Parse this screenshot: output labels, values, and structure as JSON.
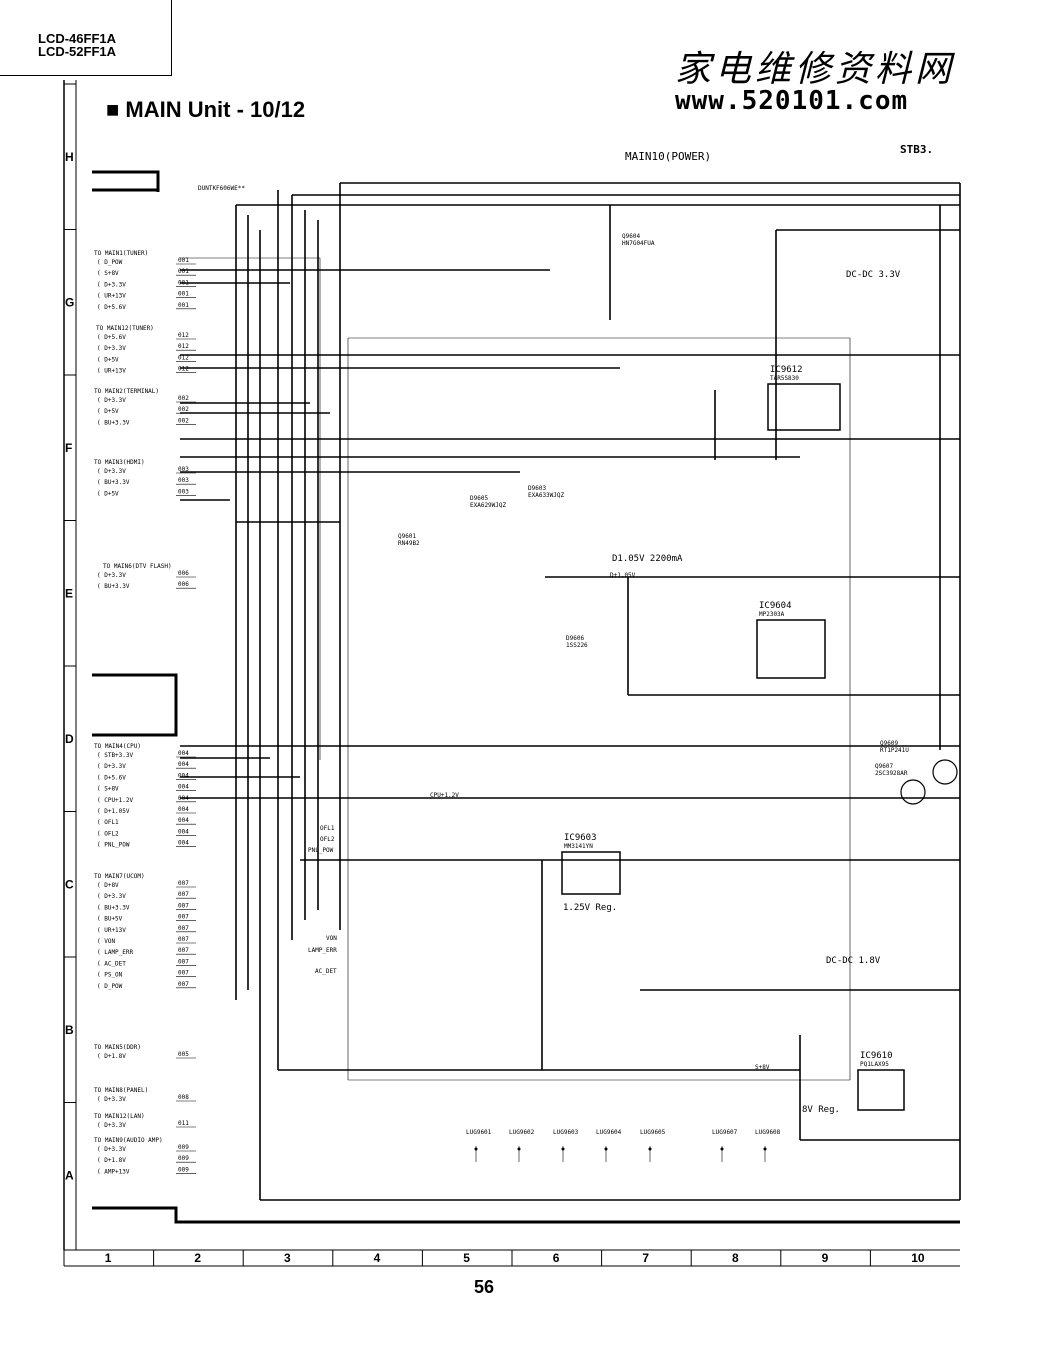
{
  "header": {
    "models": [
      "LCD-46FF1A",
      "LCD-52FF1A"
    ],
    "title": "■ MAIN Unit - 10/12",
    "watermark_cn": "家电维修资料网",
    "watermark_url": "www.520101.com"
  },
  "schematic": {
    "sheet_title": "MAIN10(POWER)",
    "stb_label": "STB3.",
    "pcb_label": "DUNTKF606WE**",
    "row_labels": [
      "H",
      "G",
      "F",
      "E",
      "D",
      "C",
      "B",
      "A"
    ],
    "col_labels": [
      "1",
      "2",
      "3",
      "4",
      "5",
      "6",
      "7",
      "8",
      "9",
      "10"
    ],
    "connectors": [
      {
        "title": "TO MAIN1(TUNER)",
        "pins": [
          [
            "D_POW",
            "001"
          ],
          [
            "S+8V",
            "001"
          ],
          [
            "D+3.3V",
            "001"
          ],
          [
            "UR+13V",
            "001"
          ],
          [
            "D+5.6V",
            "001"
          ]
        ]
      },
      {
        "title": "TO MAIN12(TUNER)",
        "pins": [
          [
            "D+5.6V",
            "012"
          ],
          [
            "D+3.3V",
            "012"
          ],
          [
            "D+5V",
            "012"
          ],
          [
            "UR+13V",
            "012"
          ]
        ]
      },
      {
        "title": "TO MAIN2(TERMINAL)",
        "pins": [
          [
            "D+3.3V",
            "002"
          ],
          [
            "D+5V",
            "002"
          ],
          [
            "BU+3.3V",
            "002"
          ]
        ]
      },
      {
        "title": "TO MAIN3(HDMI)",
        "pins": [
          [
            "D+3.3V",
            "003"
          ],
          [
            "BU+3.3V",
            "003"
          ],
          [
            "D+5V",
            "003"
          ]
        ]
      },
      {
        "title": "TO MAIN6(DTV FLASH)",
        "pins": [
          [
            "D+3.3V",
            "006"
          ],
          [
            "BU+3.3V",
            "006"
          ]
        ]
      },
      {
        "title": "TO MAIN4(CPU)",
        "pins": [
          [
            "STB+3.3V",
            "004"
          ],
          [
            "D+3.3V",
            "004"
          ],
          [
            "D+5.6V",
            "004"
          ],
          [
            "S+8V",
            "004"
          ],
          [
            "CPU+1.2V",
            "004"
          ],
          [
            "D+1.05V",
            "004"
          ],
          [
            "OFL1",
            "004"
          ],
          [
            "OFL2",
            "004"
          ],
          [
            "PNL_POW",
            "004"
          ]
        ]
      },
      {
        "title": "TO MAIN7(UCOM)",
        "pins": [
          [
            "D+8V",
            "007"
          ],
          [
            "D+3.3V",
            "007"
          ],
          [
            "BU+3.3V",
            "007"
          ],
          [
            "BU+5V",
            "007"
          ],
          [
            "UR+13V",
            "007"
          ],
          [
            "VON",
            "007"
          ],
          [
            "LAMP_ERR",
            "007"
          ],
          [
            "AC_DET",
            "007"
          ],
          [
            "PS_ON",
            "007"
          ],
          [
            "D_POW",
            "007"
          ]
        ]
      },
      {
        "title": "TO MAIN5(DDR)",
        "pins": [
          [
            "D+1.8V",
            "005"
          ]
        ]
      },
      {
        "title": "TO MAIN8(PANEL)",
        "pins": [
          [
            "D+3.3V",
            "008"
          ]
        ]
      },
      {
        "title": "TO MAIN12(LAN)",
        "pins": [
          [
            "D+3.3V",
            "011"
          ]
        ]
      },
      {
        "title": "TO MAIN9(AUDIO AMP)",
        "pins": [
          [
            "D+3.3V",
            "009"
          ],
          [
            "D+1.8V",
            "009"
          ],
          [
            "AMP+13V",
            "009"
          ]
        ]
      }
    ],
    "ics": [
      {
        "ref": "IC9612",
        "part": "TAR5S830"
      },
      {
        "ref": "IC9604",
        "part": "MP2303A"
      },
      {
        "ref": "IC9603",
        "part": "MM3141YN"
      },
      {
        "ref": "IC9610",
        "part": "PQ1LAX95"
      }
    ],
    "blocks": [
      "DC-DC 3.3V",
      "D1.05V 2200mA",
      "1.25V Reg.",
      "DC-DC 1.8V",
      "8V Reg."
    ],
    "parts": [
      {
        "ref": "Q9604",
        "part": "HN7G04FUA"
      },
      {
        "ref": "Q9601",
        "part": "RN49B2"
      },
      {
        "ref": "Q9609",
        "part": "RT1P241U"
      },
      {
        "ref": "Q9607",
        "part": "2SC3928AR"
      },
      {
        "ref": "D9606",
        "part": "1SS226"
      },
      {
        "ref": "D9605",
        "part": "EXA629WJQZ"
      },
      {
        "ref": "D9603",
        "part": "EXA633WJQZ"
      }
    ],
    "net_labels": [
      "CPU+1.2V",
      "S+8V",
      "D+1.05V",
      "OFL1",
      "OFL2",
      "PNL_POW",
      "VON",
      "LAMP_ERR",
      "AC_DET"
    ],
    "lugs": [
      "LUG9601",
      "LUG9602",
      "LUG9603",
      "LUG9604",
      "LUG9605",
      "LUG9607",
      "LUG9608"
    ]
  },
  "page_number": "56"
}
